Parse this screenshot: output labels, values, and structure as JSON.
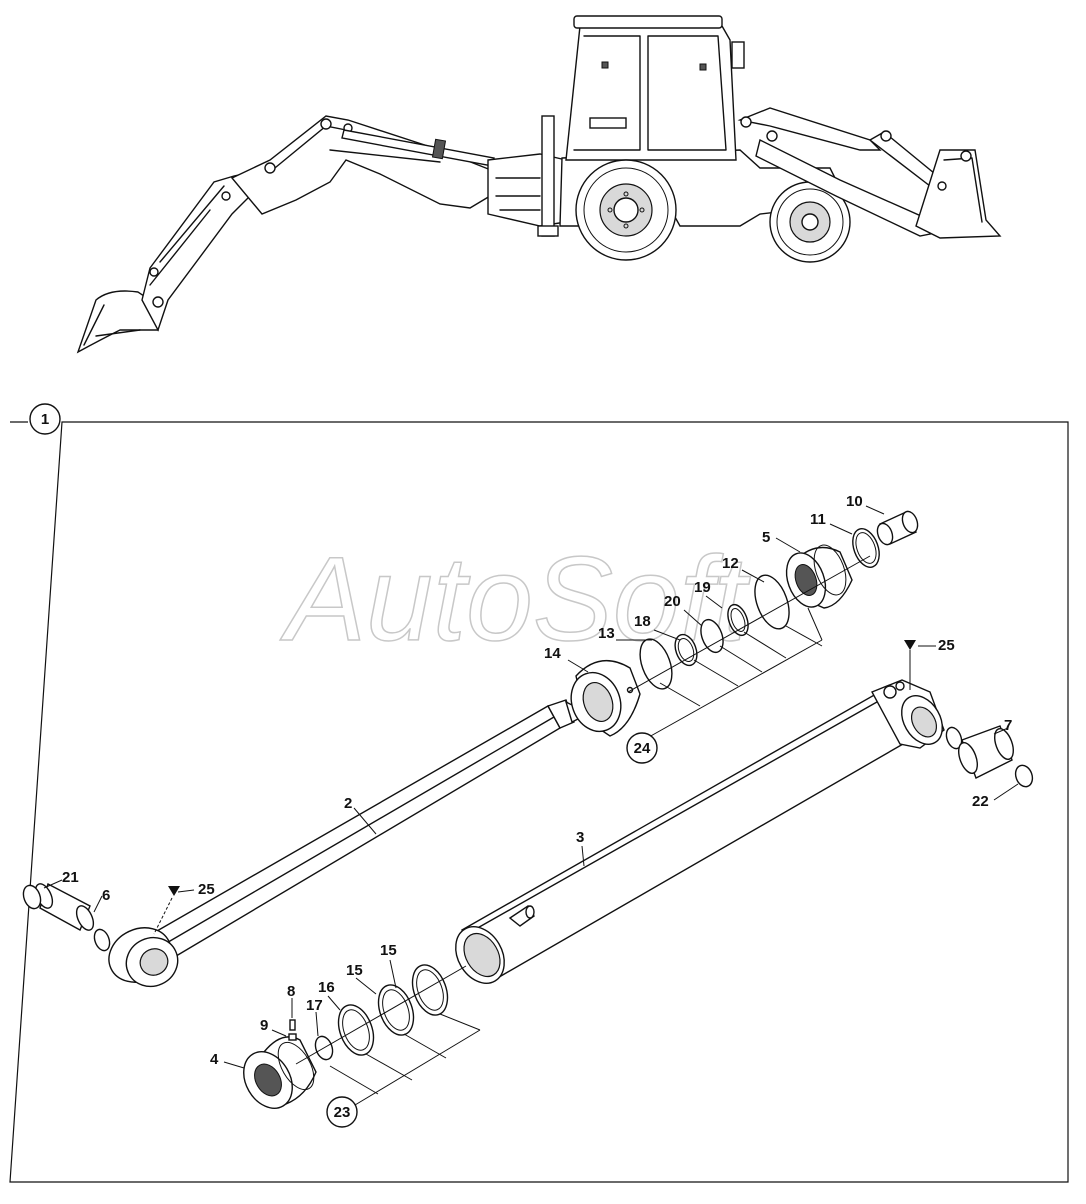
{
  "diagram": {
    "section_label": "1",
    "watermark": "AutoSoft",
    "callouts": {
      "c2": "2",
      "c3": "3",
      "c4": "4",
      "c5": "5",
      "c6": "6",
      "c7": "7",
      "c8": "8",
      "c9": "9",
      "c10": "10",
      "c11": "11",
      "c12": "12",
      "c13": "13",
      "c14": "14",
      "c15a": "15",
      "c15b": "15",
      "c16": "16",
      "c17": "17",
      "c18": "18",
      "c19": "19",
      "c20": "20",
      "c21": "21",
      "c22": "22",
      "c23": "23",
      "c24": "24",
      "c25a": "25",
      "c25b": "25"
    }
  }
}
